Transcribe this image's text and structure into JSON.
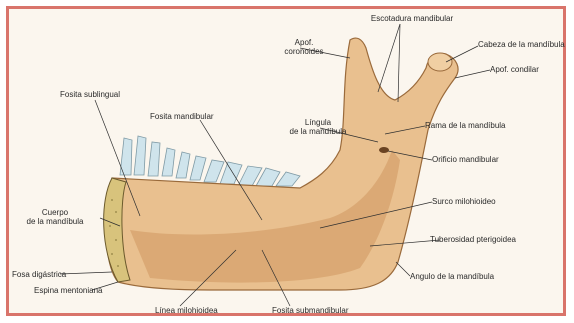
{
  "colors": {
    "border": "#d9746b",
    "bone": "#e9c08f",
    "bone_shadow": "#b9854f",
    "cancellous": "#d8c37c",
    "teeth": "#cfe4ec",
    "leader": "#2f2f2f"
  },
  "labels": {
    "escotadura_mandibular": "Escotadura mandibular",
    "apof_coronoides": "Apof.\ncoronoides",
    "cabeza_mandibula": "Cabeza de la mandíbula",
    "apof_condilar": "Apof. condilar",
    "fosita_sublingual": "Fosita sublingual",
    "fosita_mandibular": "Fosita mandibular",
    "lingula": "Língula\nde la mandíbula",
    "rama_mandibula": "Rama de la mandíbula",
    "orificio_mandibular": "Orificio mandibular",
    "surco_milohioideo": "Surco milohioideo",
    "tuberosidad_pterigoidea": "Tuberosidad pterigoidea",
    "angulo_mandibula": "Angulo de la mandíbula",
    "cuerpo_mandibula": "Cuerpo\nde la mandíbula",
    "fosa_digastrica": "Fosa digástrica",
    "espina_mentoniana": "Espina mentoniana",
    "linea_milohioidea": "Línea milohioidea",
    "fosita_submandibular": "Fosita submandibular"
  }
}
